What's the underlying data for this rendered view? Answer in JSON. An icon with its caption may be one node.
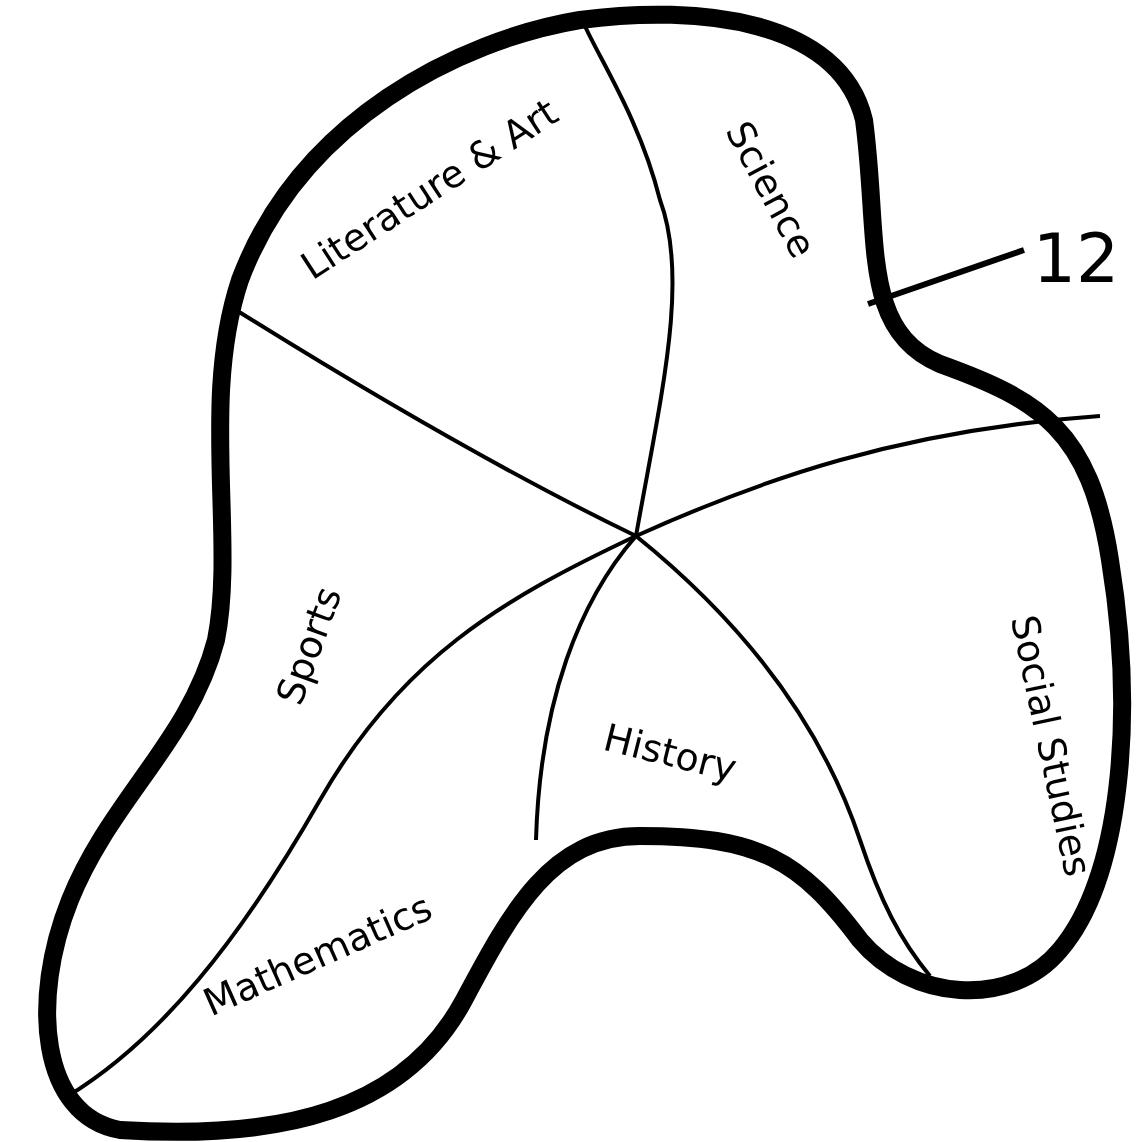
{
  "diagram": {
    "nodes": [
      {
        "text": [],
        "shape": "blob"
      },
      {
        "text": [
          "Literature & Art"
        ],
        "in": 0
      },
      {
        "text": [
          "Science"
        ],
        "in": 0
      },
      {
        "text": [
          "Social Studies"
        ],
        "in": 0
      },
      {
        "text": [
          "History"
        ],
        "in": 0
      },
      {
        "text": [
          "Mathematics"
        ],
        "in": 0
      },
      {
        "text": [
          "Sports"
        ],
        "in": 0
      },
      {
        "text": [
          "12"
        ]
      }
    ],
    "edges": [
      {
        "from": 7,
        "to": 0,
        "arrow": "none"
      }
    ]
  }
}
